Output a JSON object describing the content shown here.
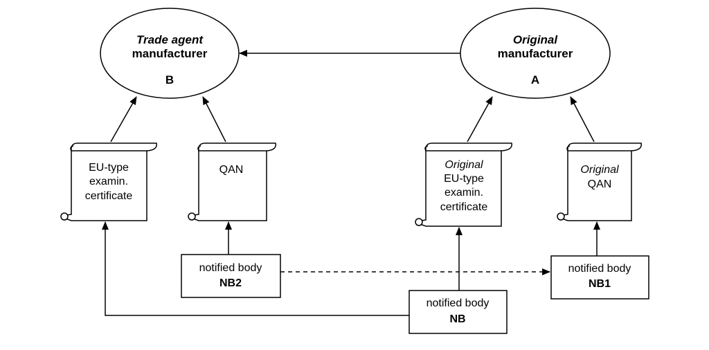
{
  "entities": {
    "trade_agent": {
      "line1": "Trade agent",
      "line2": "manufacturer",
      "letter": "B"
    },
    "original": {
      "line1": "Original",
      "line2": "manufacturer",
      "letter": "A"
    }
  },
  "documents": {
    "b_cert": [
      "EU-type",
      "examin.",
      "certificate"
    ],
    "b_qan": "QAN",
    "a_cert": {
      "italic": "Original",
      "lines": [
        "EU-type",
        "examin.",
        "certificate"
      ]
    },
    "a_qan": {
      "italic": "Original",
      "line": "QAN"
    }
  },
  "bodies": {
    "nb2": {
      "label": "notified body",
      "code": "NB2"
    },
    "nb1": {
      "label": "notified body",
      "code": "NB1"
    },
    "nb": {
      "label": "notified body",
      "code": "NB"
    }
  }
}
